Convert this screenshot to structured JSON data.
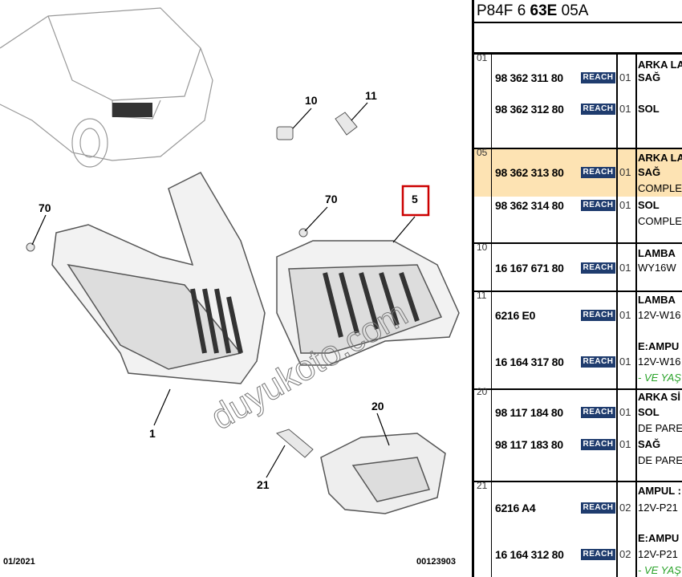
{
  "diagram": {
    "callouts": [
      "10",
      "11",
      "70",
      "70",
      "5",
      "1",
      "20",
      "21"
    ],
    "date": "01/2021",
    "drawing_no": "00123903",
    "watermark": "duyukoto.com"
  },
  "table": {
    "title_parts": [
      "P84F 6 ",
      "63E",
      " 05A"
    ],
    "reach_label": "REACH",
    "rows": [
      {
        "ref": "01",
        "items": [
          {
            "pn": "98 362 311 80",
            "qty": "01",
            "desc": [
              "ARKA LA",
              "SAĞ"
            ]
          },
          {
            "pn": "98 362 312 80",
            "qty": "01",
            "desc": [
              "SOL"
            ]
          }
        ]
      },
      {
        "ref": "05",
        "highlight": "#fde3b3",
        "items": [
          {
            "pn": "98 362 313 80",
            "qty": "01",
            "desc": [
              "ARKA LA",
              "SAĞ",
              "COMPLE"
            ]
          },
          {
            "pn": "98 362 314 80",
            "qty": "01",
            "desc": [
              "SOL",
              "COMPLE"
            ]
          }
        ]
      },
      {
        "ref": "10",
        "items": [
          {
            "pn": "16 167 671 80",
            "qty": "01",
            "desc": [
              "LAMBA",
              "WY16W"
            ]
          }
        ]
      },
      {
        "ref": "11",
        "items": [
          {
            "pn": "6216 E0",
            "qty": "01",
            "desc": [
              "LAMBA",
              "12V-W16"
            ]
          },
          {
            "pn": "16 164 317 80",
            "qty": "01",
            "desc": [
              "E:AMPU",
              "12V-W16",
              "- VE YAŞ"
            ]
          }
        ]
      },
      {
        "ref": "20",
        "items": [
          {
            "pn": "98 117 184 80",
            "qty": "01",
            "desc": [
              "ARKA Sİ",
              "SOL",
              "DE PARE"
            ]
          },
          {
            "pn": "98 117 183 80",
            "qty": "01",
            "desc": [
              "SAĞ",
              "DE PARE"
            ]
          }
        ]
      },
      {
        "ref": "21",
        "items": [
          {
            "pn": "6216 A4",
            "qty": "02",
            "desc": [
              "AMPUL :",
              "12V-P21"
            ]
          },
          {
            "pn": "16 164 312 80",
            "qty": "02",
            "desc": [
              "E:AMPU",
              "12V-P21",
              "- VE YAŞ"
            ]
          }
        ]
      }
    ]
  }
}
